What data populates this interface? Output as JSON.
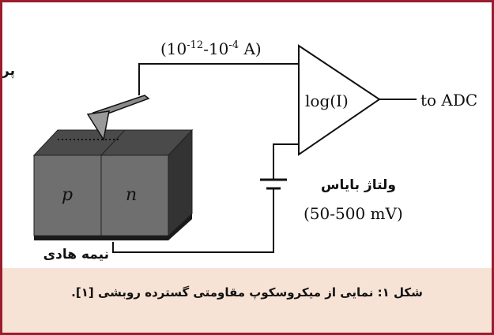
{
  "labels": {
    "current_range_base1": "(10",
    "current_range_exp1": "-12",
    "current_range_mid": "-10",
    "current_range_exp2": "-4",
    "current_range_tail": " A)",
    "probe": "پروب رسانا",
    "amplifier": "log(I)",
    "adc": "to ADC",
    "bias_title": "ولتاژ بایاس",
    "bias_range": "(50-500 mV)",
    "p_region": "p",
    "n_region": "n",
    "semiconductor": "نیمه هادی"
  },
  "caption": {
    "text": "شکل ۱: نمایی از میکروسکوپ مقاومتی گسترده روبشی [۱]."
  },
  "colors": {
    "border": "#9b1c2e",
    "caption_bg": "#f7e3d5",
    "block_front": "#6f6f6f",
    "block_top": "#4a4a4a",
    "block_side": "#333333",
    "block_base": "#1a1a1a"
  }
}
